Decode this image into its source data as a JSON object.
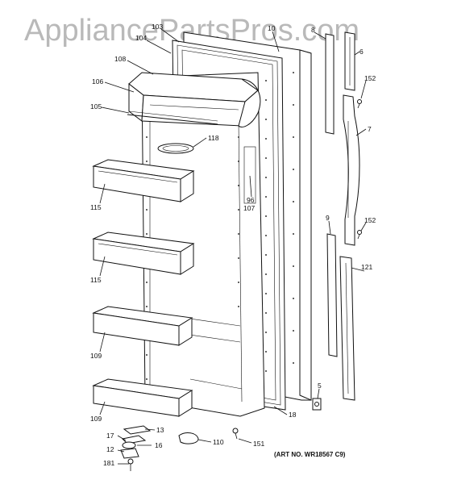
{
  "watermark": "AppliancePartsPros.com",
  "art_number": "(ART NO. WR18567 C9)",
  "callouts": {
    "c103": "103",
    "c104": "104",
    "c108": "108",
    "c106": "106",
    "c105": "105",
    "c118": "118",
    "c115a": "115",
    "c115b": "115",
    "c109a": "109",
    "c109b": "109",
    "c96": "96",
    "c107": "107",
    "c10": "10",
    "c8": "8",
    "c6": "6",
    "c152a": "152",
    "c7": "7",
    "c9": "9",
    "c152b": "152",
    "c121": "121",
    "c5": "5",
    "c18": "18",
    "c13": "13",
    "c17": "17",
    "c16": "16",
    "c12": "12",
    "c181": "181",
    "c110": "110",
    "c151": "151"
  }
}
